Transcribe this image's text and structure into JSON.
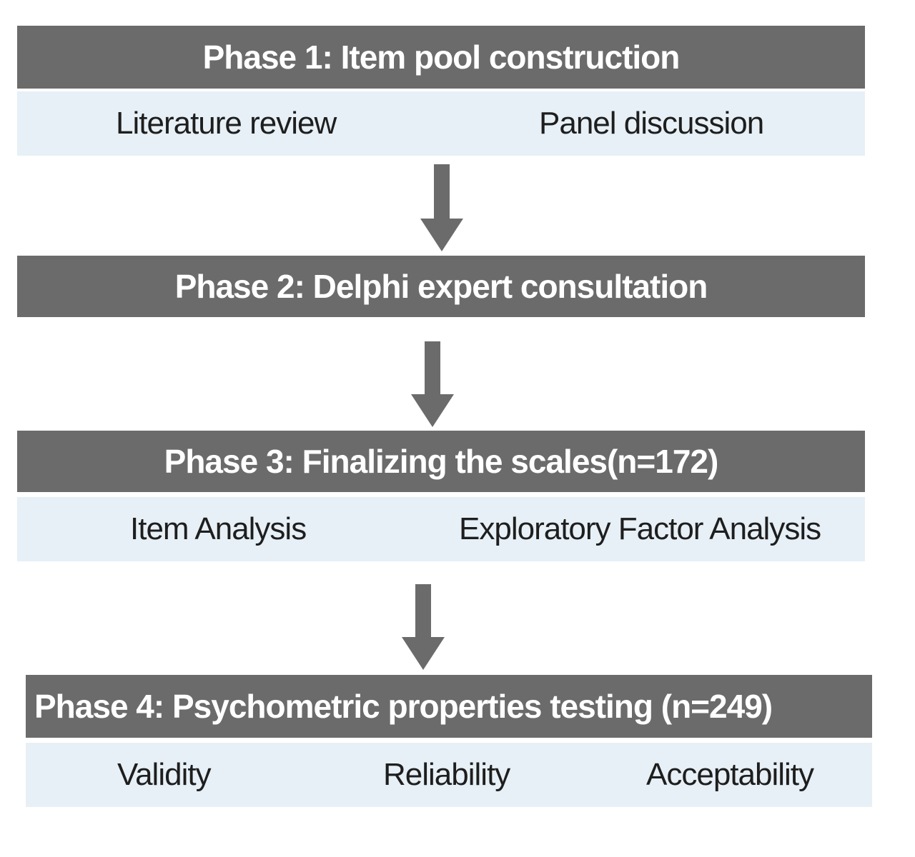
{
  "phases": [
    {
      "title": "Phase 1: Item pool construction",
      "items": [
        "Literature review",
        "Panel discussion"
      ]
    },
    {
      "title": "Phase 2: Delphi expert consultation",
      "items": []
    },
    {
      "title": "Phase 3: Finalizing the scales(n=172)",
      "items": [
        "Item Analysis",
        "Exploratory Factor Analysis"
      ]
    },
    {
      "title": "Phase 4: Psychometric properties testing (n=249)",
      "items": [
        "Validity",
        "Reliability",
        "Acceptability"
      ]
    }
  ],
  "colors": {
    "header_bg": "#6b6b6b",
    "header_text": "#ffffff",
    "subrow_bg": "#e7f0f6",
    "subrow_text": "#1e1e1e",
    "arrow": "#6b6b6b"
  }
}
